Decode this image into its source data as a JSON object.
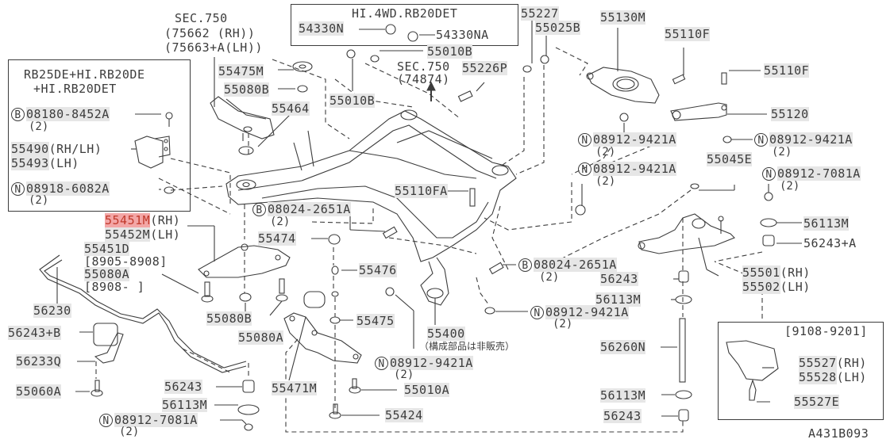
{
  "diagram": {
    "id_code": "A431B093",
    "highlight_color": "#f3a6a6",
    "boxes": {
      "engine_variant": {
        "title_line1": "RB25DE+HI.RB20DE",
        "title_line2": "+HI.RB20DET",
        "parts": [
          {
            "marker": "B",
            "number": "08180-8452A",
            "qty": "(2)"
          },
          {
            "number": "55490",
            "suffix": "(RH/LH)"
          },
          {
            "number": "55493",
            "suffix": "(LH)"
          },
          {
            "marker": "N",
            "number": "08918-6082A",
            "qty": "(2)"
          }
        ]
      },
      "hi4wd": {
        "title": "HI.4WD.RB20DET",
        "parts": [
          {
            "number": "54330N"
          },
          {
            "number": "54330NA"
          }
        ]
      },
      "period_9108_9201": {
        "title": "[9108-9201]",
        "parts": [
          {
            "number": "55527",
            "suffix": "(RH)"
          },
          {
            "number": "55528",
            "suffix": "(LH)"
          },
          {
            "number": "55527E"
          }
        ]
      }
    },
    "sec750_a": {
      "title": "SEC.750",
      "line1": "75662  (RH)",
      "line2": "75663+A(LH)"
    },
    "sec750_b": {
      "title": "SEC.750",
      "ref": "(74874)"
    },
    "labels": {
      "p55475M": "55475M",
      "p55080B_top": "55080B",
      "p55464": "55464",
      "p55010B_a": "55010B",
      "p55010B_b": "55010B",
      "p55227": "55227",
      "p55025B": "55025B",
      "p55226P": "55226P",
      "p55130M": "55130M",
      "p55110F_a": "55110F",
      "p55110F_b": "55110F",
      "p55120": "55120",
      "n08912_9421A_a": {
        "marker": "N",
        "number": "08912-9421A",
        "qty": "(2)"
      },
      "n08912_9421A_b": {
        "marker": "N",
        "number": "08912-9421A",
        "qty": "(2)"
      },
      "n08912_9421A_c": {
        "marker": "N",
        "number": "08912-9421A",
        "qty": "(2)"
      },
      "p55045E": "55045E",
      "n08912_7081A_a": {
        "marker": "N",
        "number": "08912-7081A",
        "qty": "(2)"
      },
      "p55110FA": "55110FA",
      "b08024_2651A_a": {
        "marker": "B",
        "number": "08024-2651A",
        "qty": "(2)"
      },
      "p55451M": {
        "number": "55451M",
        "suffix": "(RH)"
      },
      "p55452M": {
        "number": "55452M",
        "suffix": "(LH)"
      },
      "p55451D": "55451D",
      "p55451D_range": "[8905-8908]",
      "p55080A_a": "55080A",
      "p55080A_range": "[8908-   ]",
      "p55474": "55474",
      "p55476": "55476",
      "b08024_2651A_b": {
        "marker": "B",
        "number": "08024-2651A",
        "qty": "(2)"
      },
      "p56113M_a": "56113M",
      "p56243_plusA": "56243+A",
      "p55501": {
        "number": "55501",
        "suffix": "(RH)"
      },
      "p55502": {
        "number": "55502",
        "suffix": "(LH)"
      },
      "p56243_a": "56243",
      "p56113M_b": "56113M",
      "n08912_9421A_d": {
        "marker": "N",
        "number": "08912-9421A",
        "qty": "(2)"
      },
      "p56230": "56230",
      "p55080B_mid": "55080B",
      "p55475": "55475",
      "p55400": "55400",
      "p55400_note": "（構成部品は非販売）",
      "p56243_plusB": "56243+B",
      "p55080A_b": "55080A",
      "n08912_9421A_e": {
        "marker": "N",
        "number": "08912-9421A",
        "qty": "(2)"
      },
      "p56260N": "56260N",
      "p56233Q": "56233Q",
      "p56243_b": "56243",
      "p55471M": "55471M",
      "p55010A": "55010A",
      "p55060A": "55060A",
      "p56113M_c": "56113M",
      "p56113M_d": "56113M",
      "p55424": "55424",
      "p56243_c": "56243",
      "n08912_7081A_b": {
        "marker": "N",
        "number": "08912-7081A",
        "qty": "(2)"
      }
    }
  }
}
